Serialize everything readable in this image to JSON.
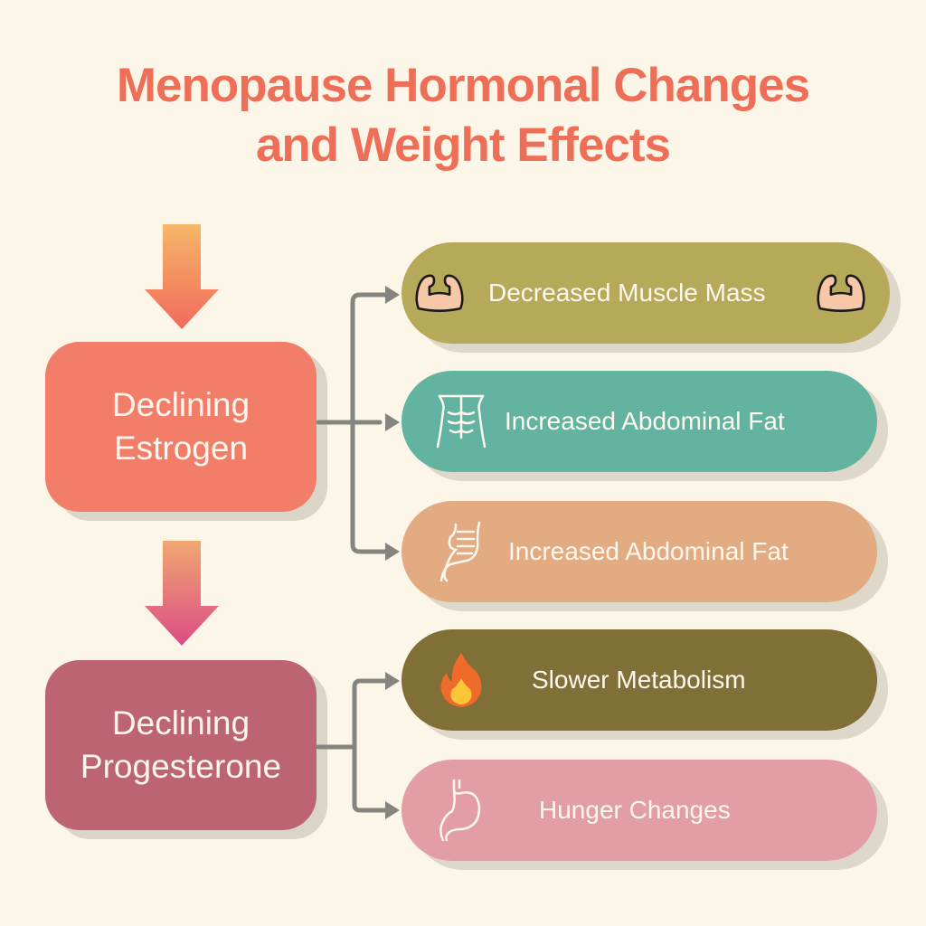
{
  "title": {
    "line1": "Menopause Hormonal Changes",
    "line2": "and Weight Effects",
    "color": "#ee6e58"
  },
  "hormones": [
    {
      "line1": "Declining",
      "line2": "Estrogen",
      "color": "#f27d68",
      "arrow_gradient": [
        "#f6b768",
        "#f26a5c"
      ]
    },
    {
      "line1": "Declining",
      "line2": "Progesterone",
      "color": "#bc6470",
      "arrow_gradient": [
        "#f0a870",
        "#dc4c86"
      ]
    }
  ],
  "effects": [
    {
      "label": "Decreased Muscle Mass",
      "icon": "flexed-biceps-icon",
      "color": "#b6a95a",
      "source": "estrogen"
    },
    {
      "label": "Increased Abdominal Fat",
      "icon": "abdominal-muscles-icon",
      "color": "#63b3a1",
      "source": "estrogen"
    },
    {
      "label": "Increased Abdominal Fat",
      "icon": "intestine-icon",
      "color": "#e3ab82",
      "source": "estrogen"
    },
    {
      "label": "Slower Metabolism",
      "icon": "fire-icon",
      "color": "#807038",
      "source": "progesterone"
    },
    {
      "label": "Hunger Changes",
      "icon": "stomach-icon",
      "color": "#e29ea3",
      "source": "progesterone"
    }
  ],
  "connector_color": "#858580",
  "background": "#fcf6e8"
}
